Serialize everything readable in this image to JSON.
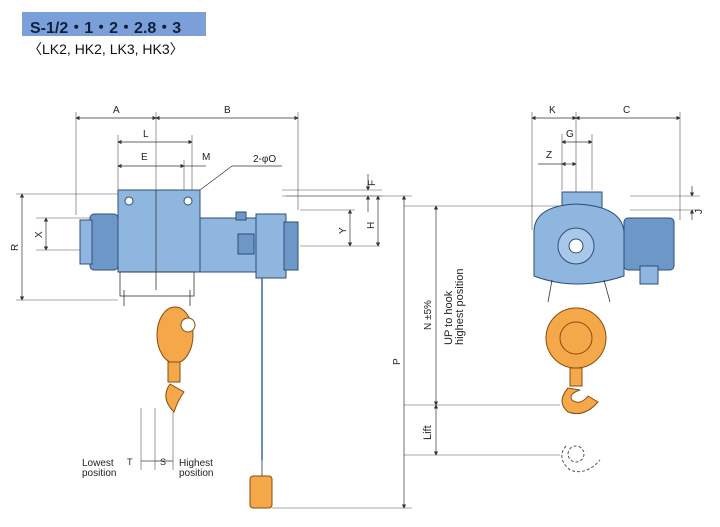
{
  "header": {
    "model": "S-1/2・1・2・2.8・3",
    "variants": "〈LK2, HK2, LK3, HK3〉"
  },
  "dimensions": {
    "A": "A",
    "B": "B",
    "L": "L",
    "E": "E",
    "M": "M",
    "hole": "2-φO",
    "F": "F",
    "H": "H",
    "Y": "Y",
    "R": "R",
    "X": "X",
    "K": "K",
    "C": "C",
    "G": "G",
    "Z": "Z",
    "J": "J",
    "P": "P",
    "N": "N ±5%",
    "T": "T",
    "S": "S"
  },
  "labels": {
    "up_to_hook_1": "UP to hook",
    "up_to_hook_2": "highest position",
    "lift": "Lift",
    "lowest_1": "Lowest",
    "lowest_2": "position",
    "highest_1": "Highest",
    "highest_2": "position"
  },
  "colors": {
    "body": "#8fb6de",
    "hook": "#f4a84a",
    "title_bar": "#7b9fd8"
  }
}
